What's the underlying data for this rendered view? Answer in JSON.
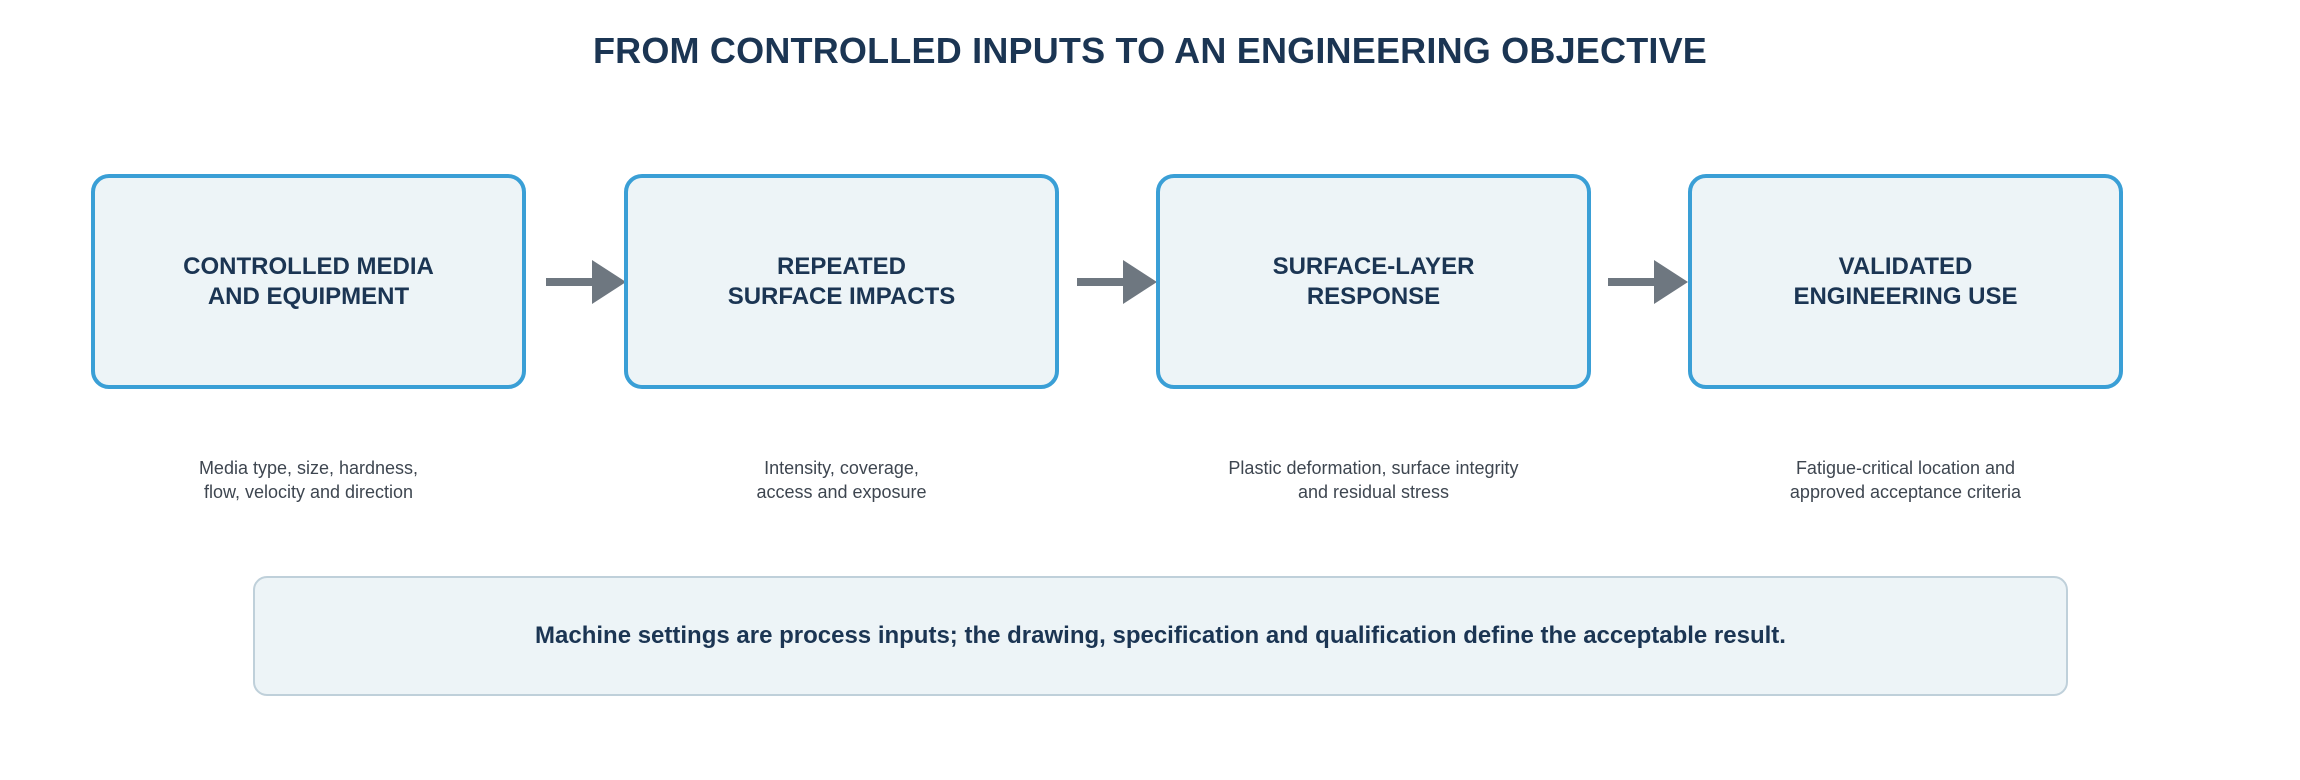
{
  "title": "FROM CONTROLLED INPUTS TO AN ENGINEERING OBJECTIVE",
  "colors": {
    "title": "#1b3553",
    "box_border": "#3a9fd6",
    "box_fill": "#edf4f7",
    "arrow": "#6e7780",
    "caption_text": "#3e4650",
    "note_border": "#bfd0da"
  },
  "stages": [
    {
      "label_lines": [
        "CONTROLLED MEDIA",
        "AND EQUIPMENT"
      ],
      "caption_lines": [
        "Media type, size, hardness,",
        "flow, velocity and direction"
      ]
    },
    {
      "label_lines": [
        "REPEATED",
        "SURFACE IMPACTS"
      ],
      "caption_lines": [
        "Intensity, coverage,",
        "access and exposure"
      ]
    },
    {
      "label_lines": [
        "SURFACE-LAYER",
        "RESPONSE"
      ],
      "caption_lines": [
        "Plastic deformation, surface integrity",
        "and residual stress"
      ]
    },
    {
      "label_lines": [
        "VALIDATED",
        "ENGINEERING USE"
      ],
      "caption_lines": [
        "Fatigue-critical location and",
        "approved acceptance criteria"
      ]
    }
  ],
  "arrows": [
    {
      "icon": "right-arrow-icon"
    },
    {
      "icon": "right-arrow-icon"
    },
    {
      "icon": "right-arrow-icon"
    }
  ],
  "note": "Machine settings are process inputs; the drawing, specification and qualification define the acceptable result."
}
